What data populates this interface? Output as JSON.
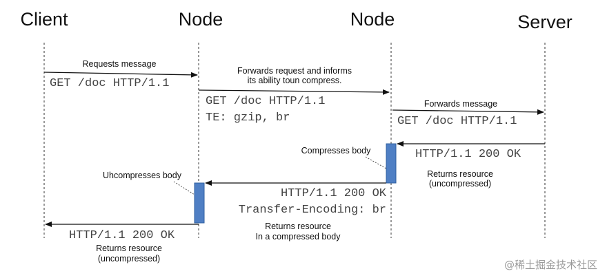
{
  "actors": {
    "client": "Client",
    "node1": "Node",
    "node2": "Node",
    "server": "Server"
  },
  "messages": {
    "m1_label": "Requests message",
    "m1_code": "GET /doc HTTP/1.1",
    "m2_label_line1": "Forwards request and informs",
    "m2_label_line2": "its ability toun compress.",
    "m2_code_line1": "GET /doc HTTP/1.1",
    "m2_code_line2": "TE: gzip, br",
    "m3_label": "Forwards message",
    "m3_code": "GET /doc HTTP/1.1",
    "m4_code": "HTTP/1.1 200 OK",
    "m4_label_line1": "Returns resource",
    "m4_label_line2": "(uncompressed)",
    "m5_code_line1": "HTTP/1.1 200 OK",
    "m5_code_line2": "Transfer-Encoding: br",
    "m5_label_line1": "Returns resource",
    "m5_label_line2": "In a compressed body",
    "m6_code": "HTTP/1.1 200 OK",
    "m6_label_line1": "Returns resource",
    "m6_label_line2": "(uncompressed)"
  },
  "notes": {
    "compress": "Compresses body",
    "uncompress": "Uhcompresses body"
  },
  "colors": {
    "activation": "#4f7fc4",
    "line": "#111111"
  },
  "watermark": "@稀土掘金技术社区"
}
